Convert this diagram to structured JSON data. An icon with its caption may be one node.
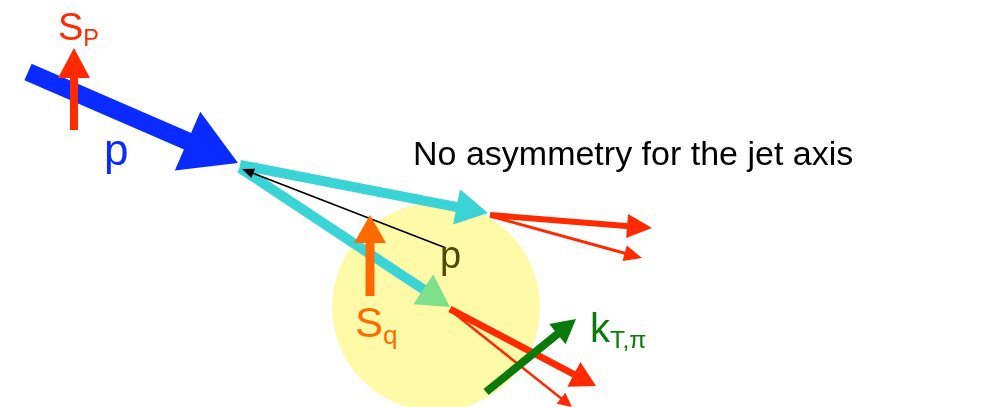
{
  "diagram": {
    "labels": [
      "S$_{P}$",
      "p",
      "No asymmetry for the jet axis",
      "p",
      "S$_{q}$",
      "k$_{T,π}$"
    ]
  }
}
